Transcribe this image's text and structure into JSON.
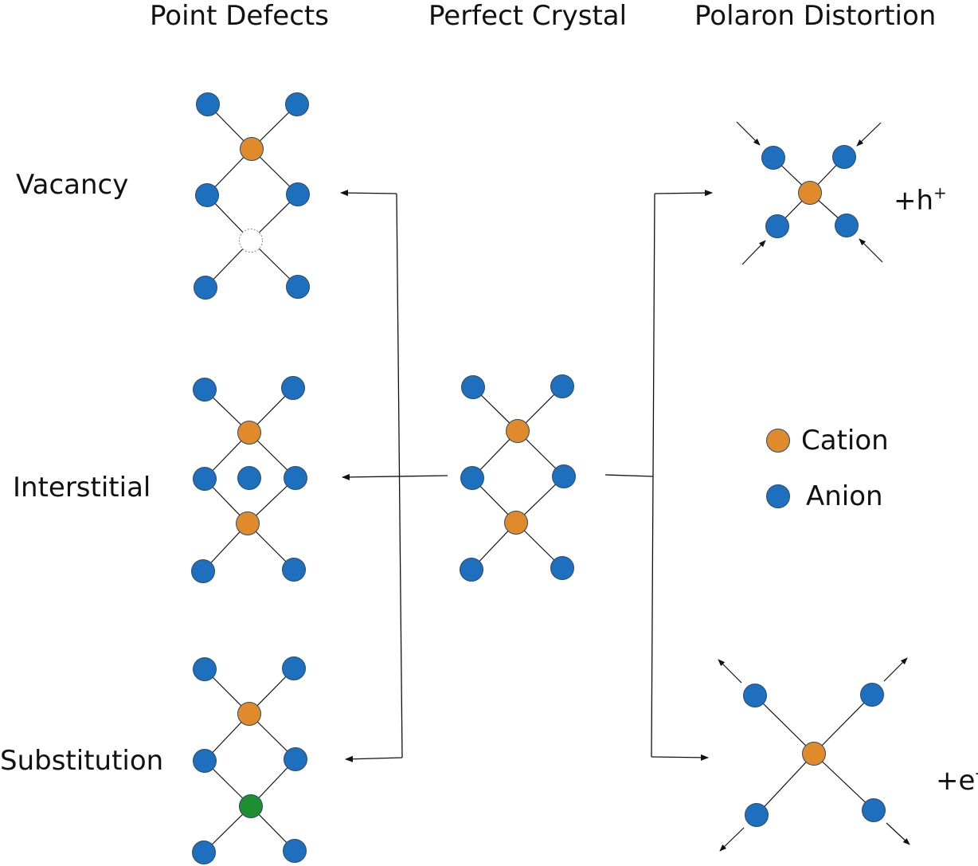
{
  "titles": {
    "point_defects": "Point Defects",
    "perfect_crystal": "Perfect Crystal",
    "polaron_distortion": "Polaron Distortion"
  },
  "defects": {
    "vacancy": "Vacancy",
    "interstitial": "Interstitial",
    "substitution": "Substitution"
  },
  "polaron": {
    "hole_base": "+h",
    "hole_sup": "+",
    "electron_base": "+e",
    "electron_sup": "-"
  },
  "legend": {
    "cation": "Cation",
    "anion": "Anion"
  },
  "colors": {
    "cation": "#E08A2C",
    "anion": "#1F6FBF",
    "substituent": "#1E8E32",
    "outline": "#2A4A6A",
    "line": "#111111"
  }
}
